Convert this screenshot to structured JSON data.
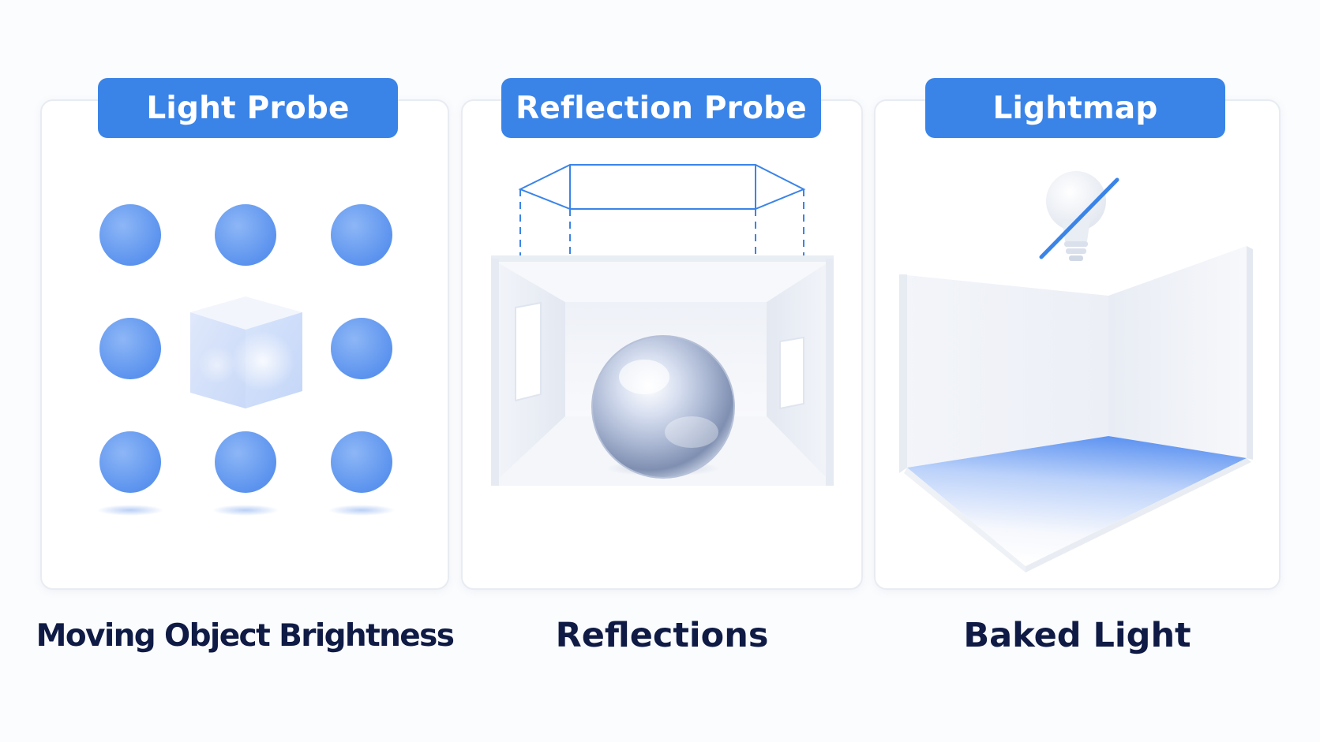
{
  "panels": [
    {
      "title": "Light Probe",
      "caption": "Moving Object Brightness"
    },
    {
      "title": "Reflection Probe",
      "caption": "Reflections"
    },
    {
      "title": "Lightmap",
      "caption": "Baked Light"
    }
  ],
  "colors": {
    "accent": "#3a84e8",
    "probe_sphere": "#6a9ef0",
    "caption_text": "#0f1b45",
    "panel_border": "#e8ecf2"
  },
  "icons": [
    "probe-sphere-icon",
    "cube-icon",
    "probe-bounds-box-icon",
    "chrome-sphere-icon",
    "lightbulb-off-icon",
    "corner-room-icon"
  ]
}
